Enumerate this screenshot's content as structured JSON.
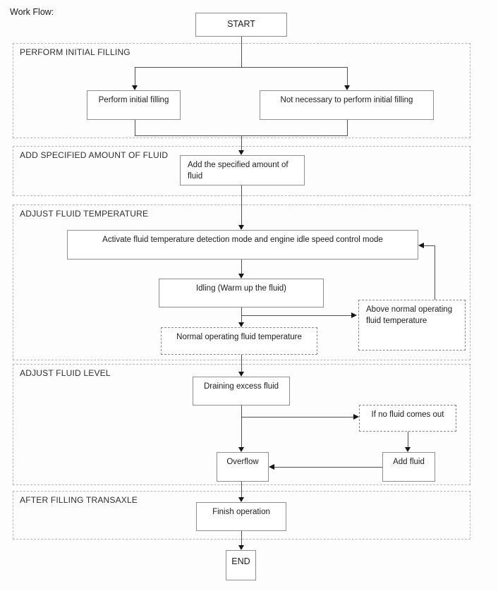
{
  "page": {
    "label": "Work Flow:"
  },
  "colors": {
    "background": "#fdfdfd",
    "line": "#4f4f4f",
    "arrow": "#161616",
    "box_border": "#8f8f8f",
    "section_border": "#b5b5b5",
    "text": "#1c1c1c"
  },
  "flow": {
    "start_label": "START",
    "end_label": "END",
    "sections": [
      {
        "title": "PERFORM INITIAL FILLING"
      },
      {
        "title": "ADD SPECIFIED AMOUNT OF FLUID"
      },
      {
        "title": "ADJUST FLUID TEMPERATURE"
      },
      {
        "title": "ADJUST FLUID LEVEL"
      },
      {
        "title": "AFTER FILLING TRANSAXLE"
      }
    ],
    "nodes": {
      "perform_initial_filling": "Perform initial filling",
      "not_necessary": "Not necessary to perform initial filling",
      "add_specified_amount": "Add the specified amount of fluid",
      "activate_detection_mode": "Activate fluid temperature detection mode and engine idle speed control mode",
      "idling": "Idling (Warm up the fluid)",
      "above_normal_temperature": "Above normal operating fluid temperature",
      "normal_temperature": "Normal operating fluid temperature",
      "draining_excess_fluid": "Draining excess fluid",
      "if_no_fluid_comes_out": "If no fluid comes out",
      "add_fluid": "Add fluid",
      "overflow": "Overflow",
      "finish_operation": "Finish operation"
    }
  }
}
